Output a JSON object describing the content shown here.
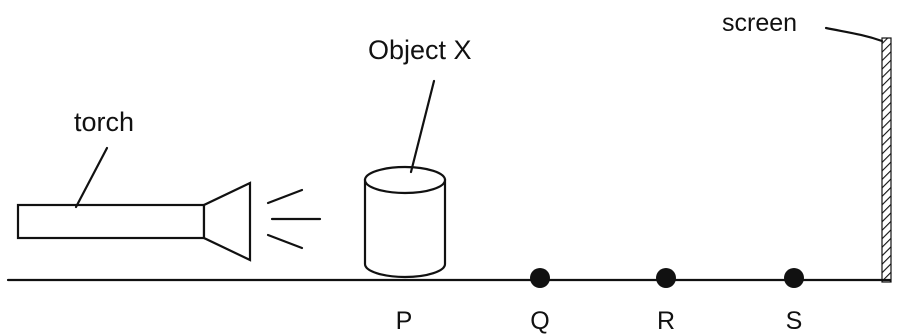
{
  "labels": {
    "torch": "torch",
    "object": "Object X",
    "screen": "screen"
  },
  "points": [
    {
      "id": "P",
      "label": "P",
      "marked": false
    },
    {
      "id": "Q",
      "label": "Q",
      "marked": true
    },
    {
      "id": "R",
      "label": "R",
      "marked": true
    },
    {
      "id": "S",
      "label": "S",
      "marked": true
    }
  ],
  "colors": {
    "ink": "#111111",
    "background": "#ffffff"
  }
}
